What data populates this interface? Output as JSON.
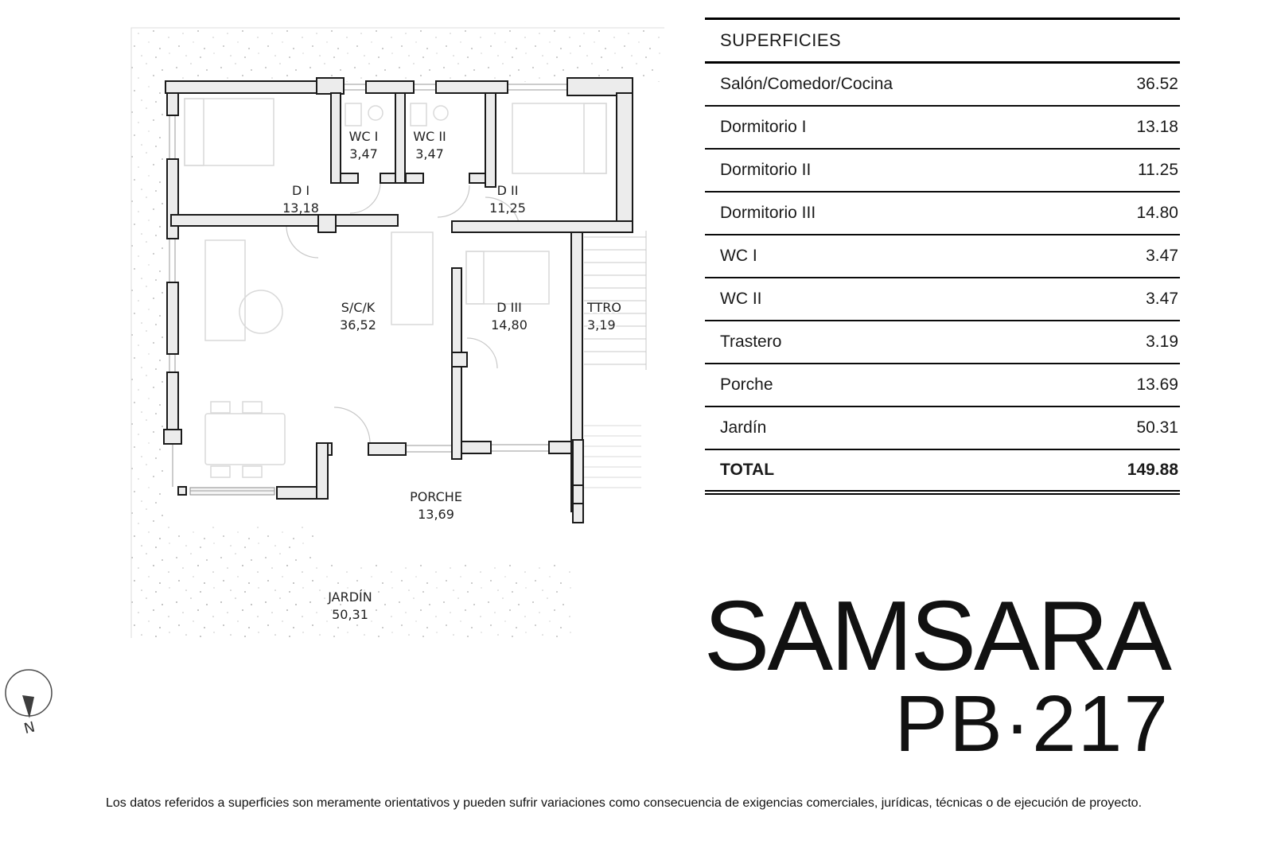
{
  "table": {
    "header": "SUPERFICIES",
    "rows": [
      {
        "label": "Salón/Comedor/Cocina",
        "value": "36.52"
      },
      {
        "label": "Dormitorio I",
        "value": "13.18"
      },
      {
        "label": "Dormitorio II",
        "value": "11.25"
      },
      {
        "label": "Dormitorio III",
        "value": "14.80"
      },
      {
        "label": "WC I",
        "value": "3.47"
      },
      {
        "label": "WC II",
        "value": "3.47"
      },
      {
        "label": "Trastero",
        "value": "3.19"
      },
      {
        "label": "Porche",
        "value": "13.69"
      },
      {
        "label": "Jardín",
        "value": "50.31"
      }
    ],
    "total": {
      "label": "TOTAL",
      "value": "149.88"
    }
  },
  "plan": {
    "rooms": [
      {
        "name": "D I",
        "area": "13,18"
      },
      {
        "name": "WC I",
        "area": "3,47"
      },
      {
        "name": "WC II",
        "area": "3,47"
      },
      {
        "name": "D II",
        "area": "11,25"
      },
      {
        "name": "S/C/K",
        "area": "36,52"
      },
      {
        "name": "D III",
        "area": "14,80"
      },
      {
        "name": "TTRO",
        "area": "3,19"
      },
      {
        "name": "PORCHE",
        "area": "13,69"
      },
      {
        "name": "JARDÍN",
        "area": "50,31"
      }
    ]
  },
  "branding": {
    "name": "SAMSARA",
    "code": "PB·217"
  },
  "compass": {
    "label": "N"
  },
  "footer": {
    "disclaimer": "Los datos referidos a superficies son meramente orientativos y pueden sufrir variaciones como consecuencia de exigencias comerciales, jurídicas, técnicas o de ejecución de proyecto."
  },
  "colors": {
    "ink": "#1a1a1a",
    "wall_fill": "#ececec",
    "furniture_line": "#d9d9d9",
    "terrain_dot": "#bdbdbd"
  }
}
